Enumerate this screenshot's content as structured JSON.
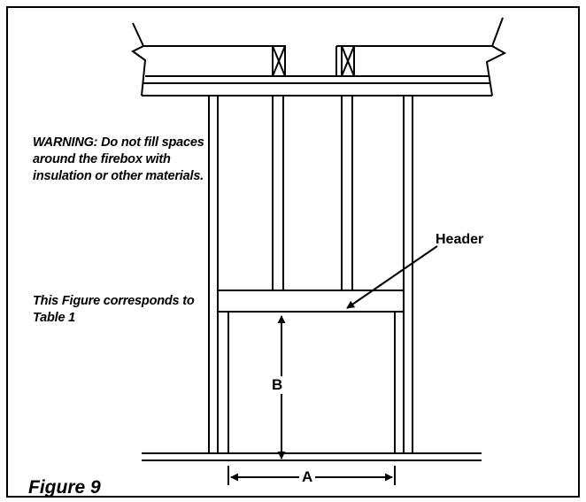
{
  "figure": {
    "title": "Figure 9",
    "warning": "WARNING: Do not fill spaces around the firebox with insulation or other materials.",
    "table_reference": "This Figure corresponds to Table 1",
    "labels": {
      "header": "Header",
      "dimension_a": "A",
      "dimension_b": "B"
    }
  },
  "colors": {
    "line": "#000000",
    "background": "#ffffff"
  }
}
